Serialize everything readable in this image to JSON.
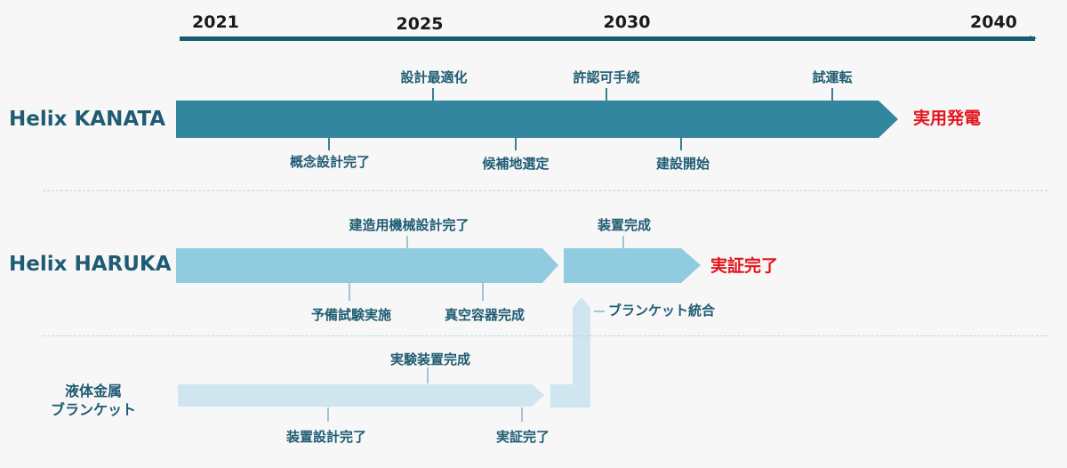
{
  "timeline": {
    "years": [
      "2021",
      "2025",
      "2030",
      "2040"
    ],
    "line_color": "#185d73"
  },
  "kanata": {
    "name": "Helix KANATA",
    "goal": "実用発電",
    "color": "#32869d",
    "top_labels": [
      "設計最適化",
      "許認可手続",
      "試運転"
    ],
    "bottom_labels": [
      "概念設計完了",
      "候補地選定",
      "建設開始"
    ]
  },
  "haruka": {
    "name": "Helix HARUKA",
    "goal": "実証完了",
    "color": "#90cbe0",
    "top_labels": [
      "建造用機械設計完了",
      "装置完成"
    ],
    "bottom_labels": [
      "予備試験実施",
      "真空容器完成"
    ],
    "side_label": "ブランケット統合"
  },
  "blanket": {
    "name": "液体金属\nブランケット",
    "color": "#cfe5f0",
    "top_labels": [
      "実験装置完成"
    ],
    "bottom_labels": [
      "装置設計完了",
      "実証完了"
    ]
  }
}
